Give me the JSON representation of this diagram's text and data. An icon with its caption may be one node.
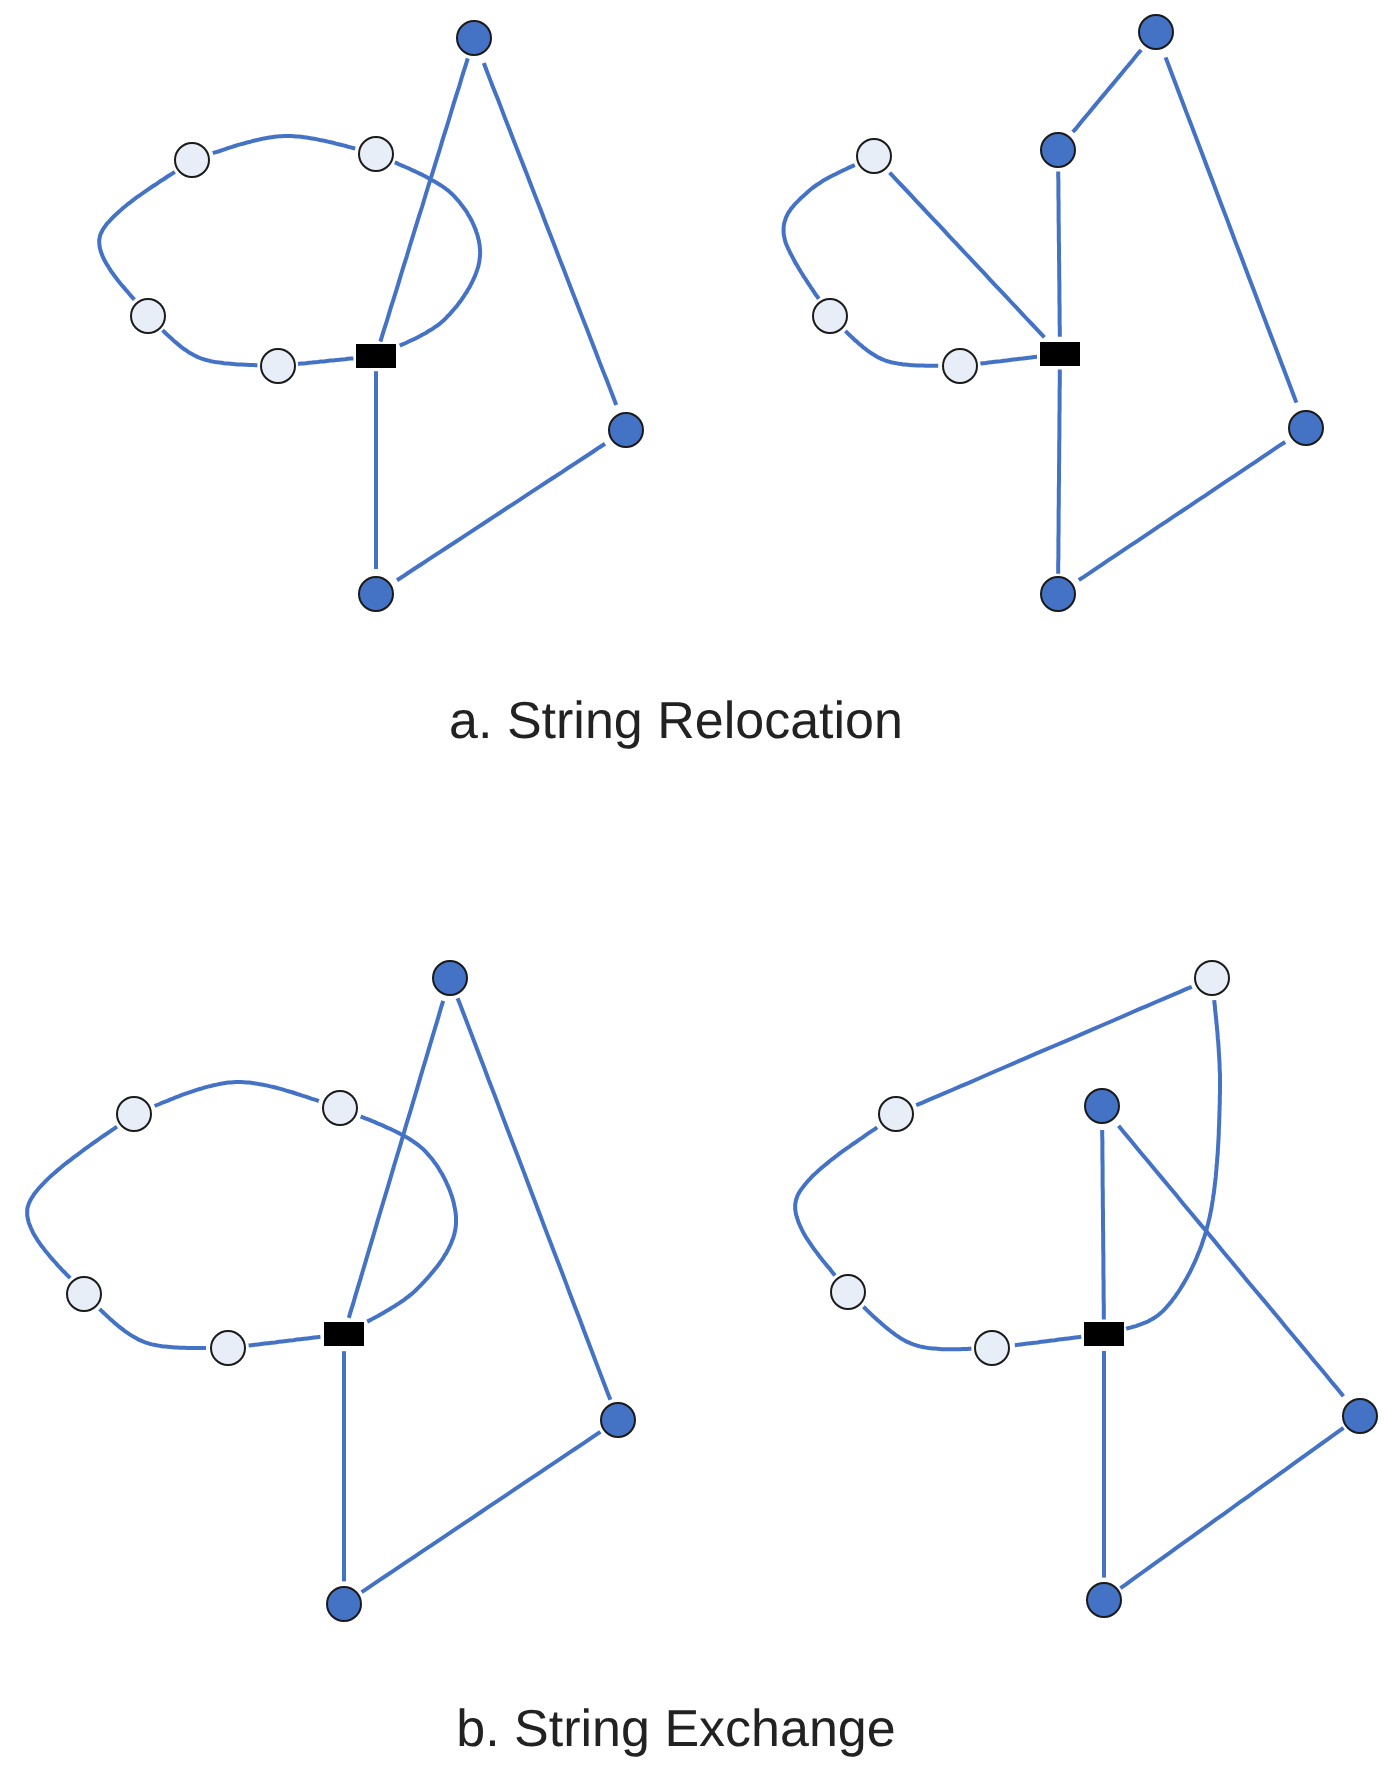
{
  "diagram": {
    "nodes": [
      {
        "text": [],
        "shape": "circle"
      },
      {
        "text": [],
        "shape": "circle"
      },
      {
        "text": [],
        "shape": "circle"
      },
      {
        "text": [],
        "shape": "circle"
      },
      {
        "text": [],
        "shape": "circle"
      },
      {
        "text": [],
        "shape": "box"
      },
      {
        "text": [],
        "shape": "circle"
      },
      {
        "text": [],
        "shape": "circle"
      },
      {
        "text": [],
        "shape": "circle"
      },
      {
        "text": [],
        "shape": "circle"
      },
      {
        "text": [],
        "shape": "circle"
      },
      {
        "text": [],
        "shape": "circle"
      },
      {
        "text": [],
        "shape": "circle"
      },
      {
        "text": [],
        "shape": "box"
      },
      {
        "text": [],
        "shape": "circle"
      },
      {
        "text": [],
        "shape": "circle"
      },
      {
        "text": [],
        "shape": "circle"
      },
      {
        "text": [],
        "shape": "circle"
      },
      {
        "text": [],
        "shape": "circle"
      },
      {
        "text": [],
        "shape": "circle"
      },
      {
        "text": [],
        "shape": "circle"
      },
      {
        "text": [],
        "shape": "box"
      },
      {
        "text": [],
        "shape": "circle"
      },
      {
        "text": [],
        "shape": "circle"
      },
      {
        "text": [],
        "shape": "circle"
      },
      {
        "text": [],
        "shape": "circle"
      },
      {
        "text": [],
        "shape": "circle"
      },
      {
        "text": [],
        "shape": "circle"
      },
      {
        "text": [],
        "shape": "circle"
      },
      {
        "text": [],
        "shape": "box"
      },
      {
        "text": [],
        "shape": "circle"
      },
      {
        "text": [],
        "shape": "circle"
      }
    ],
    "edges": [
      {
        "from": 5,
        "to": 4,
        "arrow": "none"
      },
      {
        "from": 4,
        "to": 3,
        "arrow": "none"
      },
      {
        "from": 3,
        "to": 1,
        "arrow": "none"
      },
      {
        "from": 1,
        "to": 2,
        "arrow": "none"
      },
      {
        "from": 2,
        "to": 5,
        "arrow": "none"
      },
      {
        "from": 5,
        "to": 0,
        "arrow": "none"
      },
      {
        "from": 0,
        "to": 6,
        "arrow": "none"
      },
      {
        "from": 6,
        "to": 7,
        "arrow": "none"
      },
      {
        "from": 7,
        "to": 5,
        "arrow": "none"
      },
      {
        "from": 13,
        "to": 12,
        "arrow": "none"
      },
      {
        "from": 12,
        "to": 11,
        "arrow": "none"
      },
      {
        "from": 11,
        "to": 9,
        "arrow": "none"
      },
      {
        "from": 9,
        "to": 13,
        "arrow": "none"
      },
      {
        "from": 13,
        "to": 10,
        "arrow": "none"
      },
      {
        "from": 10,
        "to": 8,
        "arrow": "none"
      },
      {
        "from": 8,
        "to": 14,
        "arrow": "none"
      },
      {
        "from": 14,
        "to": 15,
        "arrow": "none"
      },
      {
        "from": 15,
        "to": 13,
        "arrow": "none"
      },
      {
        "from": 21,
        "to": 20,
        "arrow": "none"
      },
      {
        "from": 20,
        "to": 19,
        "arrow": "none"
      },
      {
        "from": 19,
        "to": 17,
        "arrow": "none"
      },
      {
        "from": 17,
        "to": 18,
        "arrow": "none"
      },
      {
        "from": 18,
        "to": 21,
        "arrow": "none"
      },
      {
        "from": 21,
        "to": 16,
        "arrow": "none"
      },
      {
        "from": 16,
        "to": 22,
        "arrow": "none"
      },
      {
        "from": 22,
        "to": 23,
        "arrow": "none"
      },
      {
        "from": 23,
        "to": 21,
        "arrow": "none"
      },
      {
        "from": 29,
        "to": 28,
        "arrow": "none"
      },
      {
        "from": 28,
        "to": 27,
        "arrow": "none"
      },
      {
        "from": 27,
        "to": 26,
        "arrow": "none"
      },
      {
        "from": 26,
        "to": 24,
        "arrow": "none"
      },
      {
        "from": 24,
        "to": 29,
        "arrow": "none"
      },
      {
        "from": 29,
        "to": 25,
        "arrow": "none"
      },
      {
        "from": 25,
        "to": 30,
        "arrow": "none"
      },
      {
        "from": 30,
        "to": 31,
        "arrow": "none"
      },
      {
        "from": 31,
        "to": 29,
        "arrow": "none"
      }
    ],
    "labels": [
      "a. String Relocation",
      "b. String Exchange"
    ]
  }
}
